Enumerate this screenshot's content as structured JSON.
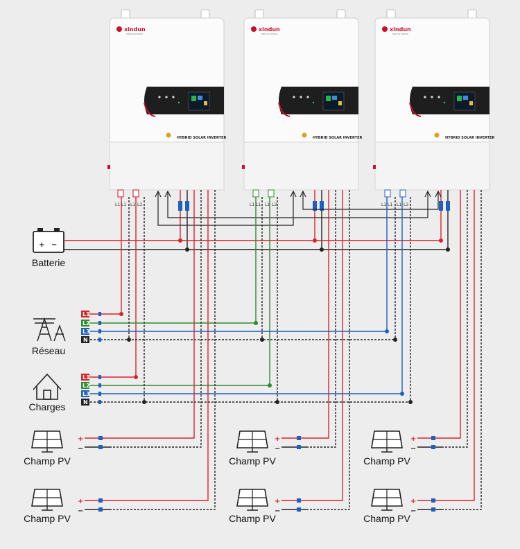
{
  "inverters": [
    {
      "brand": "xindun",
      "sub": "XINDUN POWER",
      "model": "HYBRID SOLAR INVERTER"
    },
    {
      "brand": "xindun",
      "sub": "XINDUN POWER",
      "model": "HYBRID SOLAR INVERTER"
    },
    {
      "brand": "xindun",
      "sub": "XINDUN POWER",
      "model": "HYBRID SOLAR INVERTER"
    }
  ],
  "port_labels": [
    "L1",
    "L1",
    "L1",
    "L3"
  ],
  "battery": {
    "label": "Batterie",
    "plus": "+",
    "minus": "−"
  },
  "grid": {
    "label": "Réseau"
  },
  "loads": {
    "label": "Charges"
  },
  "phases": [
    "L1",
    "L2",
    "L3",
    "N"
  ],
  "pv_label": "Champ PV",
  "pv_plus": "+",
  "pv_minus": "−",
  "colors": {
    "l1": "#d8232a",
    "l2": "#2e8b2e",
    "l3": "#1f5fbf",
    "neutral": "#222222",
    "battery_plus": "#d8232a",
    "battery_minus": "#222222"
  }
}
